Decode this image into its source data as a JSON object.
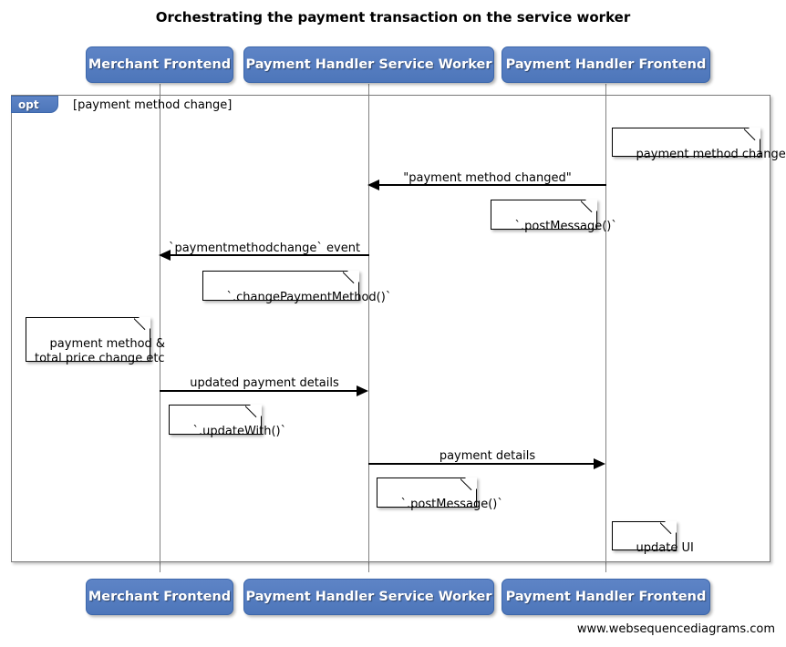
{
  "diagram": {
    "title": "Orchestrating the payment transaction on the service worker",
    "watermark": "www.websequencediagrams.com",
    "colors": {
      "actor_fill": "#5b82c4",
      "actor_border": "#3c67ab",
      "actor_text": "#ffffff",
      "frame_border": "#7b7b7b",
      "lifeline": "#808080",
      "note_fill": "#ffffff",
      "note_border": "#000000",
      "arrow": "#000000",
      "background": "#ffffff"
    }
  },
  "participants": [
    {
      "id": "merchant-frontend",
      "label": "Merchant Frontend"
    },
    {
      "id": "payment-handler-service-worker",
      "label": "Payment Handler Service Worker"
    },
    {
      "id": "payment-handler-frontend",
      "label": "Payment Handler Frontend"
    }
  ],
  "fragment": {
    "type_label": "opt",
    "guard": "[payment method change]"
  },
  "messages": [
    {
      "id": "m1",
      "label": "\"payment method changed\"",
      "from": "payment-handler-frontend",
      "to": "payment-handler-service-worker",
      "direction": "left"
    },
    {
      "id": "m2",
      "label": "`paymentmethodchange` event",
      "from": "payment-handler-service-worker",
      "to": "merchant-frontend",
      "direction": "left"
    },
    {
      "id": "m3",
      "label": "updated payment details",
      "from": "merchant-frontend",
      "to": "payment-handler-service-worker",
      "direction": "right"
    },
    {
      "id": "m4",
      "label": "payment details",
      "from": "payment-handler-service-worker",
      "to": "payment-handler-frontend",
      "direction": "right"
    }
  ],
  "notes": [
    {
      "id": "n1",
      "text": "payment method changed",
      "over": "payment-handler-frontend"
    },
    {
      "id": "n2",
      "text": "`.postMessage()`",
      "over": "payment-handler-frontend"
    },
    {
      "id": "n3",
      "text": "`.changePaymentMethod()`",
      "over": "payment-handler-service-worker"
    },
    {
      "id": "n4",
      "text": "payment method &\ntotal price change etc",
      "over": "merchant-frontend"
    },
    {
      "id": "n5",
      "text": "`.updateWith()`",
      "over": "merchant-frontend"
    },
    {
      "id": "n6",
      "text": "`.postMessage()`",
      "over": "payment-handler-service-worker"
    },
    {
      "id": "n7",
      "text": "update UI",
      "over": "payment-handler-frontend"
    }
  ]
}
